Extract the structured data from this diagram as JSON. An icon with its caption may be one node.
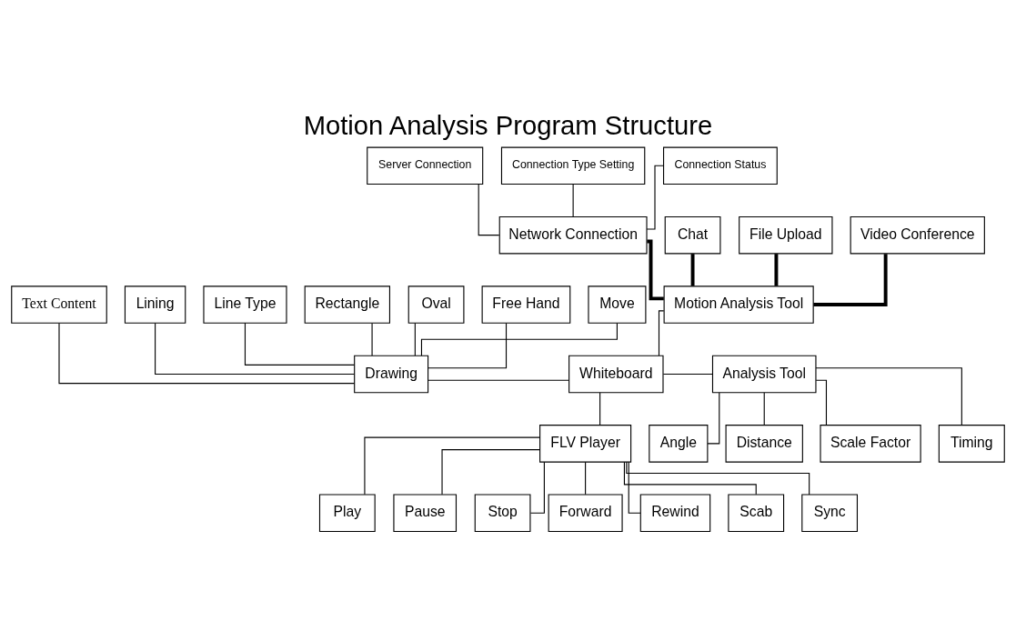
{
  "diagram": {
    "title": "Motion Analysis Program Structure",
    "nodes": [
      {
        "text": [
          "Server Connection"
        ]
      },
      {
        "text": [
          "Connection Type Setting"
        ]
      },
      {
        "text": [
          "Connection Status"
        ]
      },
      {
        "text": [
          "Chat"
        ]
      },
      {
        "text": [
          "Network Connection"
        ]
      },
      {
        "text": [
          "File Upload"
        ]
      },
      {
        "text": [
          "Video Conference"
        ]
      },
      {
        "text": [
          "Text Content"
        ]
      },
      {
        "text": [
          "Lining"
        ]
      },
      {
        "text": [
          "Line Type"
        ]
      },
      {
        "text": [
          "Rectangle"
        ]
      },
      {
        "text": [
          "Oval"
        ]
      },
      {
        "text": [
          "Free Hand"
        ]
      },
      {
        "text": [
          "Move"
        ]
      },
      {
        "text": [
          "Motion Analysis Tool"
        ]
      },
      {
        "text": [
          "Drawing"
        ]
      },
      {
        "text": [
          "Whiteboard"
        ]
      },
      {
        "text": [
          "Analysis Tool"
        ]
      },
      {
        "text": [
          "Timing"
        ]
      },
      {
        "text": [
          "Angle"
        ]
      },
      {
        "text": [
          "Distance"
        ]
      },
      {
        "text": [
          "Scale Factor"
        ]
      },
      {
        "text": [
          "FLV Player"
        ]
      },
      {
        "text": [
          "Play"
        ]
      },
      {
        "text": [
          "Pause"
        ]
      },
      {
        "text": [
          "Stop"
        ]
      },
      {
        "text": [
          "Forward"
        ]
      },
      {
        "text": [
          "Rewind"
        ]
      },
      {
        "text": [
          "Scab"
        ]
      },
      {
        "text": [
          "Sync"
        ]
      }
    ],
    "edges": [
      {
        "from": 0,
        "to": 4,
        "arrow": "none"
      },
      {
        "from": 1,
        "to": 4,
        "arrow": "none"
      },
      {
        "from": 2,
        "to": 4,
        "arrow": "none"
      },
      {
        "from": 3,
        "to": 14,
        "arrow": "none",
        "style": "thick"
      },
      {
        "from": 4,
        "to": 14,
        "arrow": "none",
        "style": "thick"
      },
      {
        "from": 5,
        "to": 14,
        "arrow": "none",
        "style": "thick"
      },
      {
        "from": 6,
        "to": 14,
        "arrow": "none",
        "style": "thick"
      },
      {
        "from": 7,
        "to": 15,
        "arrow": "none"
      },
      {
        "from": 8,
        "to": 15,
        "arrow": "none"
      },
      {
        "from": 9,
        "to": 15,
        "arrow": "none"
      },
      {
        "from": 10,
        "to": 15,
        "arrow": "none"
      },
      {
        "from": 11,
        "to": 15,
        "arrow": "none"
      },
      {
        "from": 12,
        "to": 15,
        "arrow": "none"
      },
      {
        "from": 13,
        "to": 15,
        "arrow": "none"
      },
      {
        "from": 14,
        "to": 16,
        "arrow": "none"
      },
      {
        "from": 15,
        "to": 16,
        "arrow": "none"
      },
      {
        "from": 16,
        "to": 17,
        "arrow": "none"
      },
      {
        "from": 17,
        "to": 18,
        "arrow": "none"
      },
      {
        "from": 17,
        "to": 19,
        "arrow": "none"
      },
      {
        "from": 17,
        "to": 20,
        "arrow": "none"
      },
      {
        "from": 17,
        "to": 21,
        "arrow": "none"
      },
      {
        "from": 16,
        "to": 22,
        "arrow": "none"
      },
      {
        "from": 22,
        "to": 23,
        "arrow": "none"
      },
      {
        "from": 22,
        "to": 24,
        "arrow": "none"
      },
      {
        "from": 22,
        "to": 25,
        "arrow": "none"
      },
      {
        "from": 22,
        "to": 26,
        "arrow": "none"
      },
      {
        "from": 22,
        "to": 27,
        "arrow": "none"
      },
      {
        "from": 22,
        "to": 28,
        "arrow": "none"
      },
      {
        "from": 22,
        "to": 29,
        "arrow": "none"
      }
    ]
  }
}
